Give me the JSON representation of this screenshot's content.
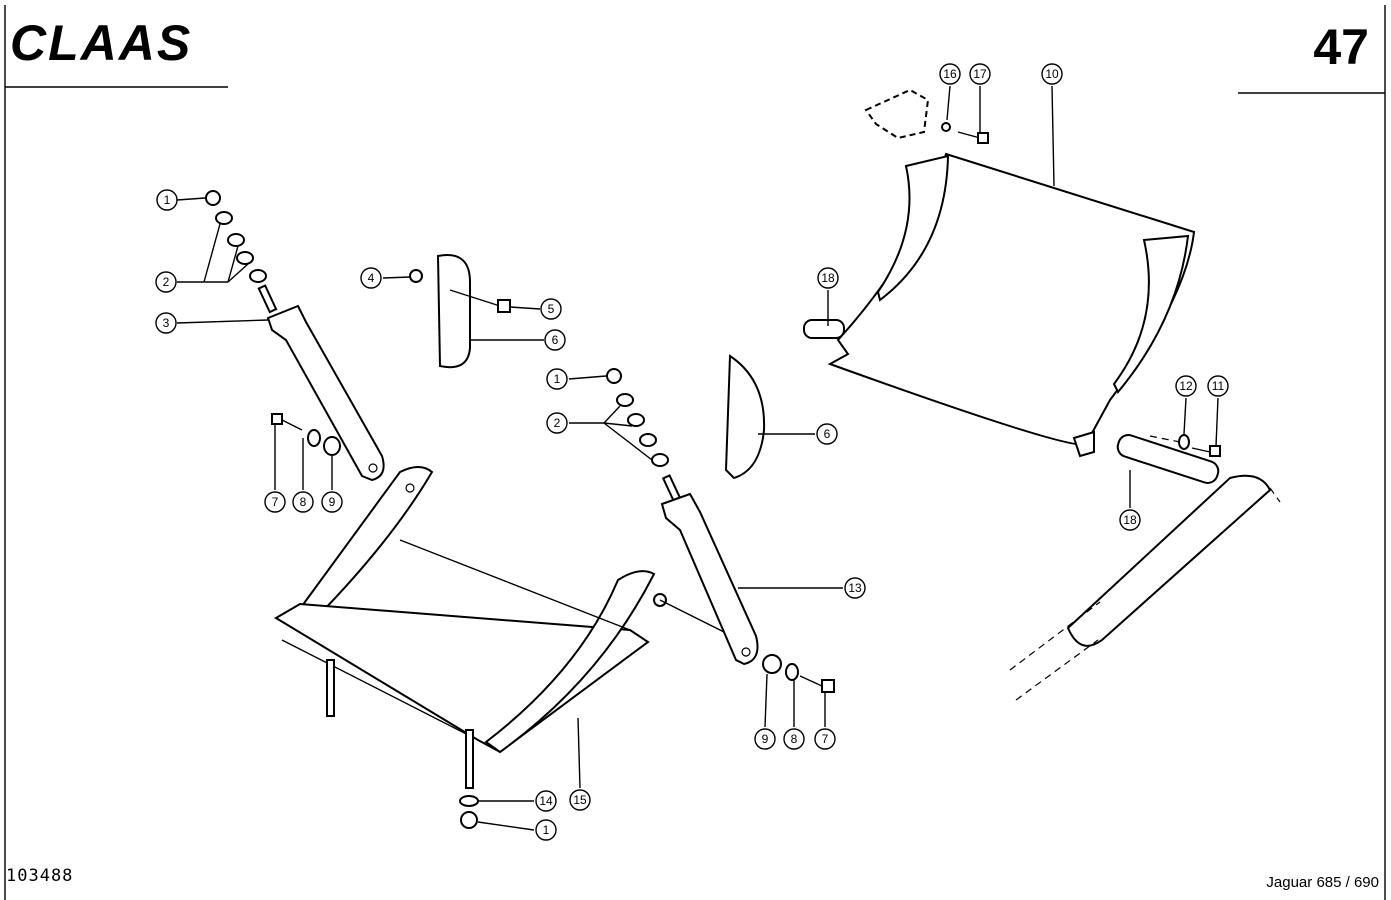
{
  "header": {
    "logo_text": "CLAAS",
    "page_number": "47"
  },
  "footer": {
    "drawing_number": "103488",
    "model": "Jaguar 685 / 690"
  },
  "callouts": [
    {
      "label": "1"
    },
    {
      "label": "2"
    },
    {
      "label": "3"
    },
    {
      "label": "4"
    },
    {
      "label": "5"
    },
    {
      "label": "6"
    },
    {
      "label": "1"
    },
    {
      "label": "2"
    },
    {
      "label": "6"
    },
    {
      "label": "7"
    },
    {
      "label": "8"
    },
    {
      "label": "9"
    },
    {
      "label": "13"
    },
    {
      "label": "9"
    },
    {
      "label": "8"
    },
    {
      "label": "7"
    },
    {
      "label": "14"
    },
    {
      "label": "15"
    },
    {
      "label": "1"
    },
    {
      "label": "16"
    },
    {
      "label": "17"
    },
    {
      "label": "10"
    },
    {
      "label": "18"
    },
    {
      "label": "12"
    },
    {
      "label": "11"
    },
    {
      "label": "18"
    }
  ]
}
